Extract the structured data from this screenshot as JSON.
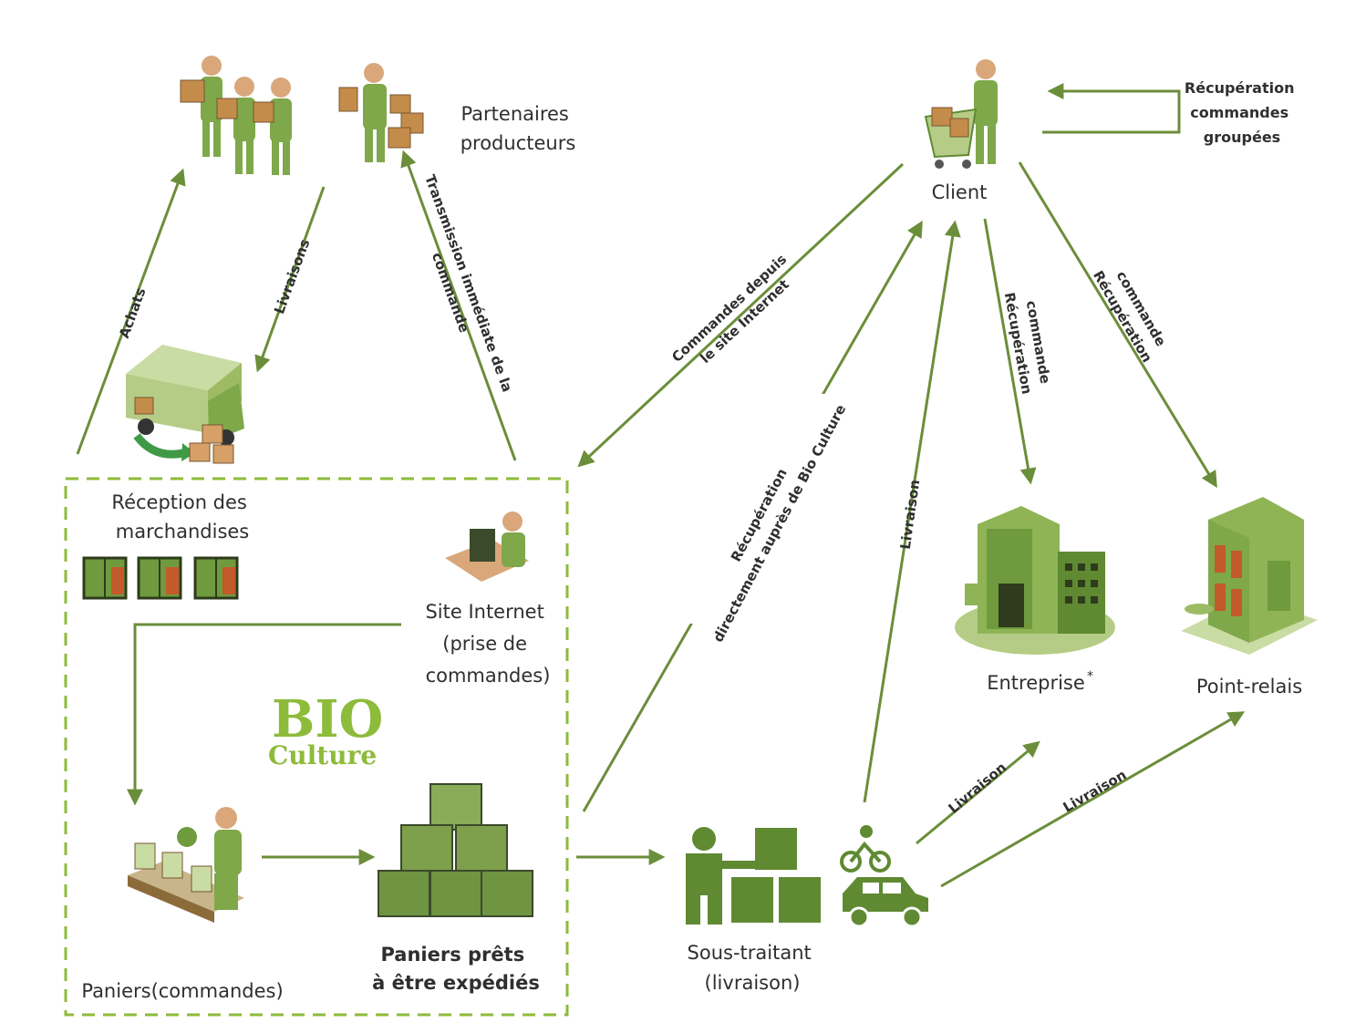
{
  "nodes": {
    "partners": [
      "Partenaires",
      "producteurs"
    ],
    "reception": [
      "Réception des",
      "marchandises"
    ],
    "site": [
      "Site Internet",
      "(prise de",
      "commandes)"
    ],
    "paniers": "Paniers(commandes)",
    "ready": [
      "Paniers prêts",
      "à être expédiés"
    ],
    "subcontractor": [
      "Sous-traitant",
      "(livraison)"
    ],
    "client": "Client",
    "entreprise": "Entreprise",
    "entreprise_note": "*",
    "relay": "Point-relais",
    "grouped": [
      "Récupération",
      "commandes",
      "groupées"
    ]
  },
  "edges": {
    "achats": "Achats",
    "livraisons": "Livraisons",
    "transmission": [
      "Transmission immédiate de la",
      "commande"
    ],
    "commandes": [
      "Commandes depuis",
      "le site Internet"
    ],
    "direct": [
      "Récupération",
      "directement auprès de Bio Culture"
    ],
    "livraison_client": "Livraison",
    "recup_entreprise": [
      "Récupération",
      "commande"
    ],
    "recup_relay": [
      "Récupération",
      "commande"
    ],
    "livraison_entreprise": "Livraison",
    "livraison_relay": "Livraison"
  },
  "logo": {
    "top": "BIO",
    "bottom": "Culture"
  },
  "colors": {
    "arrow": "#6b8e3a",
    "icon": "#7ea84a",
    "icon_dark": "#5f8a32",
    "box": "#8dbb3a",
    "dashed": "#8dbb3a"
  }
}
